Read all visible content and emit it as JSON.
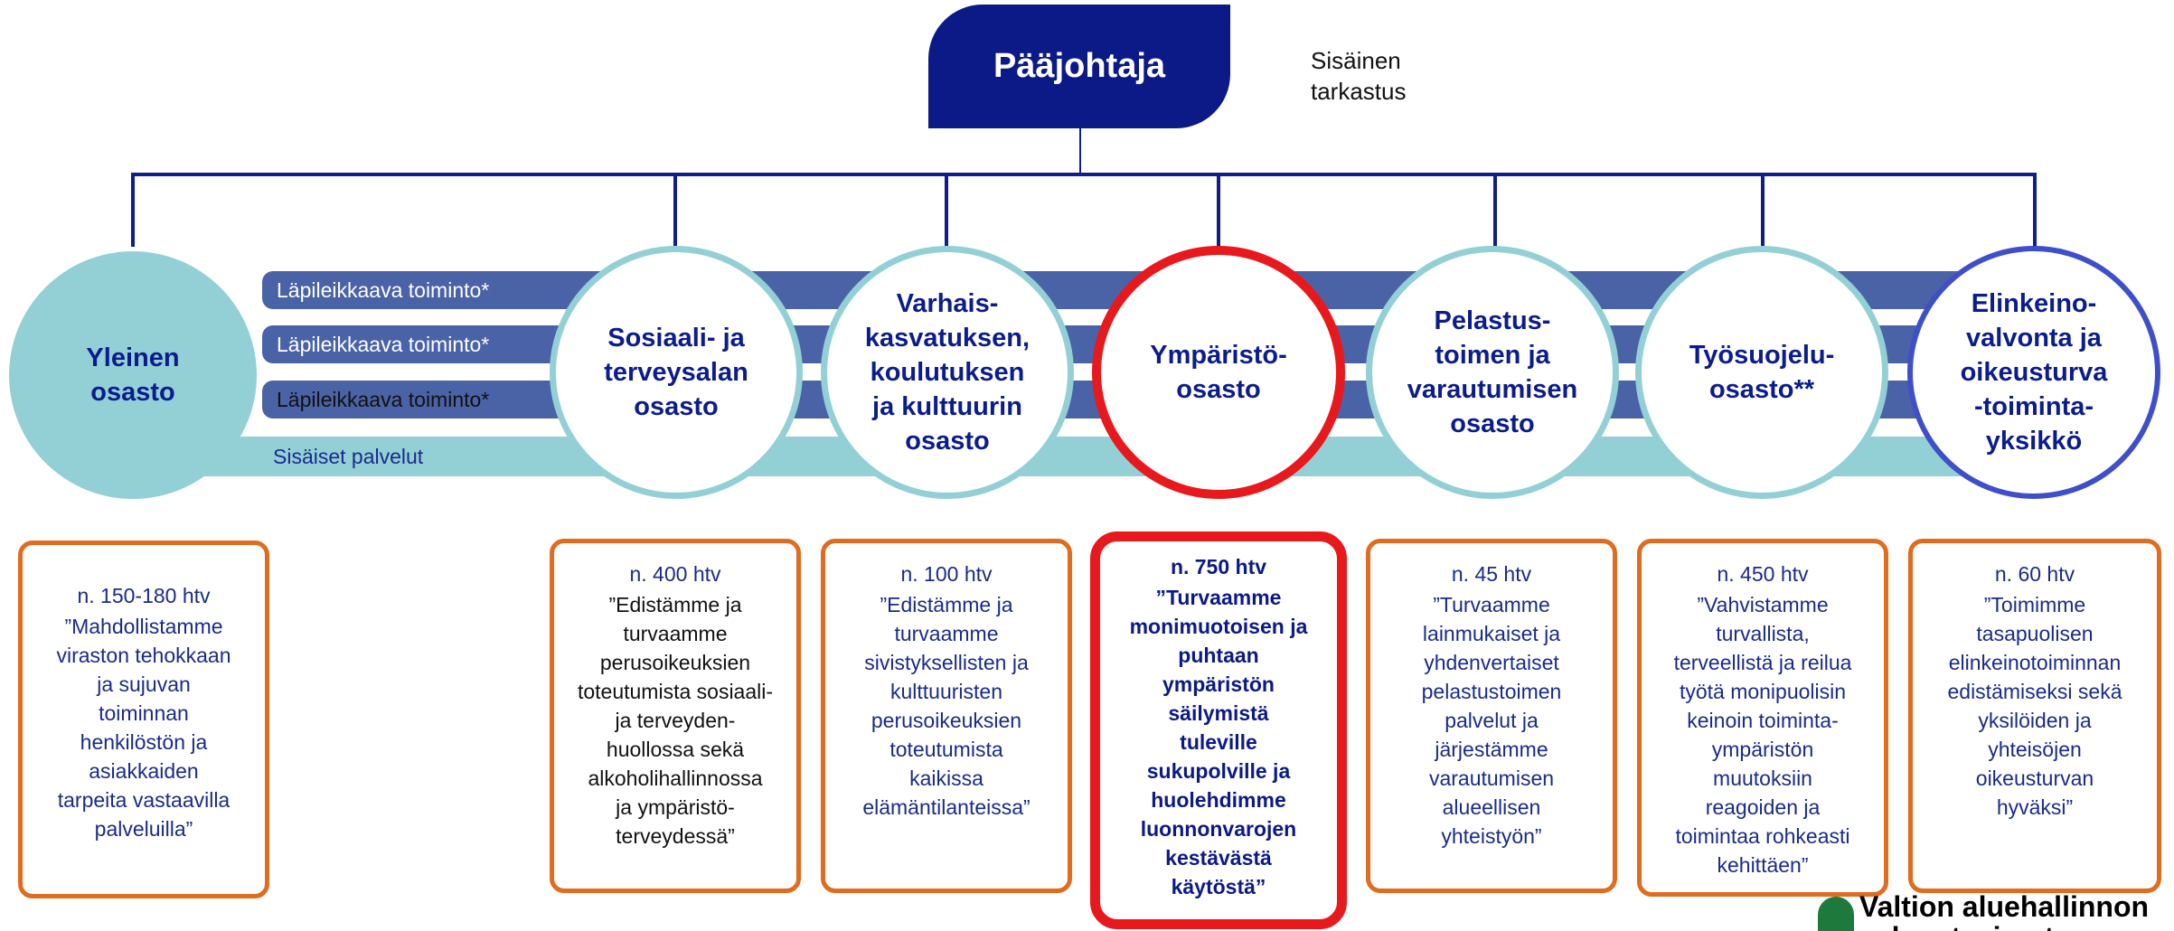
{
  "header": {
    "director": "Pääjohtaja",
    "internal_audit": "Sisäinen\ntarkastus"
  },
  "bands": {
    "cross_1": "Läpileikkaava toiminto*",
    "cross_2": "Läpileikkaava toiminto*",
    "cross_3": "Läpileikkaava toiminto*",
    "internal": "Sisäiset palvelut"
  },
  "units": [
    {
      "name": "Yleinen\nosasto",
      "htv": "n. 150-180 htv",
      "desc": "”Mahdollistamme\nviraston tehokkaan\nja sujuvan\ntoiminnan\nhenkilöstön ja\nasiakkaiden\ntarpeita vastaavilla\npalveluilla”"
    },
    {
      "name": "Sosiaali- ja\nterveysalan\nosasto",
      "htv": "n. 400 htv",
      "desc": "”Edistämme ja\nturvaamme\nperusoikeuksien\ntoteutumista sosiaali-\nja terveyden-\nhuollossa sekä\nalkoholihallinnossa\nja ympäristö-\nterveydessä”"
    },
    {
      "name": "Varhais-\nkasvatuksen,\nkoulutuksen\nja kulttuurin\nosasto",
      "htv": "n. 100 htv",
      "desc": "”Edistämme ja\nturvaamme\nsivistyksellisten ja\nkulttuuristen\nperusoikeuksien\ntoteutumista\nkaikissa\nelämäntilanteissa”"
    },
    {
      "name": "Ympäristö-\nosasto",
      "htv": "n. 750 htv",
      "desc": "”Turvaamme\nmonimuotoisen ja\npuhtaan\nympäristön\nsäilymistä\ntuleville\nsukupolville ja\nhuolehdimme\nluonnonvarojen\nkestävästä\nkäytöstä”"
    },
    {
      "name": "Pelastus-\ntoimen ja\nvarautumisen\nosasto",
      "htv": "n. 45 htv",
      "desc": "”Turvaamme\nlainmukaiset ja\nyhdenvertaiset\npelastustoimen\npalvelut ja\njärjestämme\nvarautumisen\nalueellisen\nyhteistyön”"
    },
    {
      "name": "Työsuojelu-\nosasto**",
      "htv": "n. 450 htv",
      "desc": "”Vahvistamme\nturvallista,\nterveellistä ja reilua\ntyötä monipuolisin\nkeinoin toiminta-\nympäristön\nmuutoksiin\nreagoiden ja\ntoimintaa rohkeasti\nkehittäen”"
    },
    {
      "name": "Elinkeino-\nvalvonta ja\noikeusturva\n-toiminta-\nyksikkö",
      "htv": "n. 60 htv",
      "desc": "”Toimimme\ntasapuolisen\nelinkeinotoiminnan\nedistämiseksi sekä\nyksilöiden ja\nyhteisöjen\noikeusturvan\nhyväksi”"
    }
  ],
  "footer": {
    "logo_text": "Valtion aluehallinnon\nvalvontavirasto"
  },
  "colors": {
    "navy": "#0b1a86",
    "band_dark": "#4a63a6",
    "band_light": "#93d0d6",
    "circle_border": "#93d0d6",
    "highlight_red": "#e8191c",
    "box_orange": "#e06c1f",
    "logo_green": "#1e7a3c"
  }
}
